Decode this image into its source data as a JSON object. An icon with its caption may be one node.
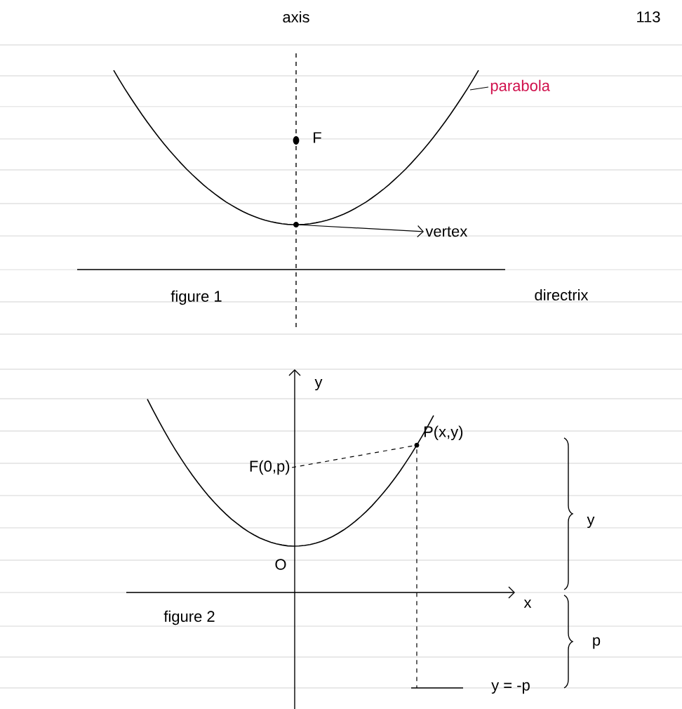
{
  "diagram": {
    "nodes": [
      {
        "text": [],
        "shape": "circle"
      },
      {
        "text": [
          "vertex"
        ]
      },
      {
        "text": [
          "parabola"
        ]
      },
      {
        "text": [
          "F(0,p)"
        ]
      },
      {
        "text": [],
        "shape": "circle",
        "beside": [
          "P(x,y)"
        ]
      }
    ],
    "edges": [
      {
        "from": 0,
        "to": 1,
        "arrow": "to"
      },
      {
        "from": 2,
        "to": null,
        "arrow": "none"
      },
      {
        "from": 3,
        "to": 4,
        "arrow": "none",
        "style": "dashed"
      }
    ],
    "labels": [
      "axis",
      "113",
      "F",
      "figure 1",
      "directrix",
      "y",
      "O",
      "x",
      "figure 2",
      "y",
      "p",
      "y = -p"
    ]
  }
}
